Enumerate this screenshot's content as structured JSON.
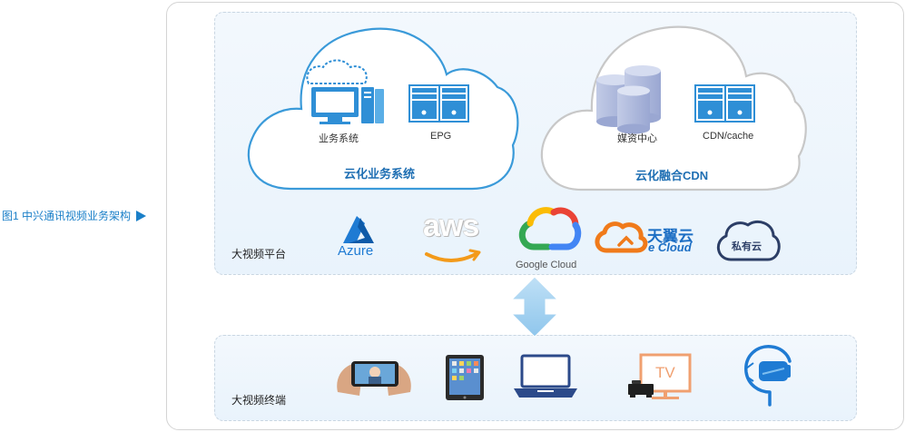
{
  "caption": "图1  中兴通讯视频业务架构",
  "platform": {
    "label": "大视频平台",
    "business_cloud": {
      "title": "云化业务系统",
      "items": [
        "业务系统",
        "EPG"
      ]
    },
    "cdn_cloud": {
      "title": "云化融合CDN",
      "items": [
        "媒资中心",
        "CDN/cache"
      ]
    },
    "providers": {
      "azure": "Azure",
      "aws": "aws",
      "google": "Google Cloud",
      "tianyi_cn": "天翼云",
      "tianyi_en": "e Cloud",
      "private": "私有云"
    }
  },
  "terminal": {
    "label": "大视频终端",
    "tv_text": "TV"
  },
  "colors": {
    "blue": "#1a7fc8",
    "cloud_blue": "#3a9ad9",
    "cloud_gray": "#c8c8c8",
    "tianyi_orange": "#f07a1a",
    "tianyi_blue": "#1d6fc4"
  }
}
